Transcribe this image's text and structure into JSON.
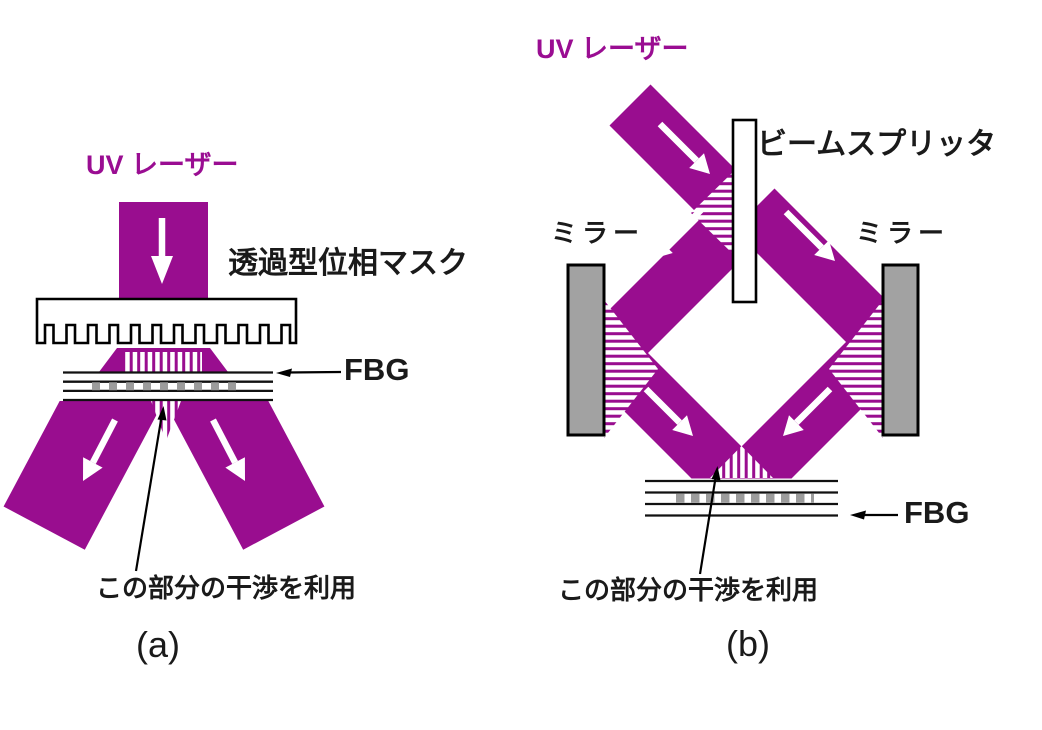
{
  "figure": {
    "colors": {
      "beam": "#990d8f",
      "mirror": "#a2a2a2",
      "accent": "#9a0d92",
      "grating": "#9c9c9c"
    },
    "panel_a": {
      "uv_laser_label": "UV レーザー",
      "phase_mask_label": "透過型位相マスク",
      "fbg_label": "FBG",
      "interference_note": "この部分の干渉を利用",
      "caption": "(a)"
    },
    "panel_b": {
      "uv_laser_label": "UV レーザー",
      "beam_splitter_label": "ビームスプリッタ",
      "mirror_left_label": "ミラー",
      "mirror_right_label": "ミラー",
      "fbg_label": "FBG",
      "interference_note": "この部分の干渉を利用",
      "caption": "(b)"
    }
  }
}
